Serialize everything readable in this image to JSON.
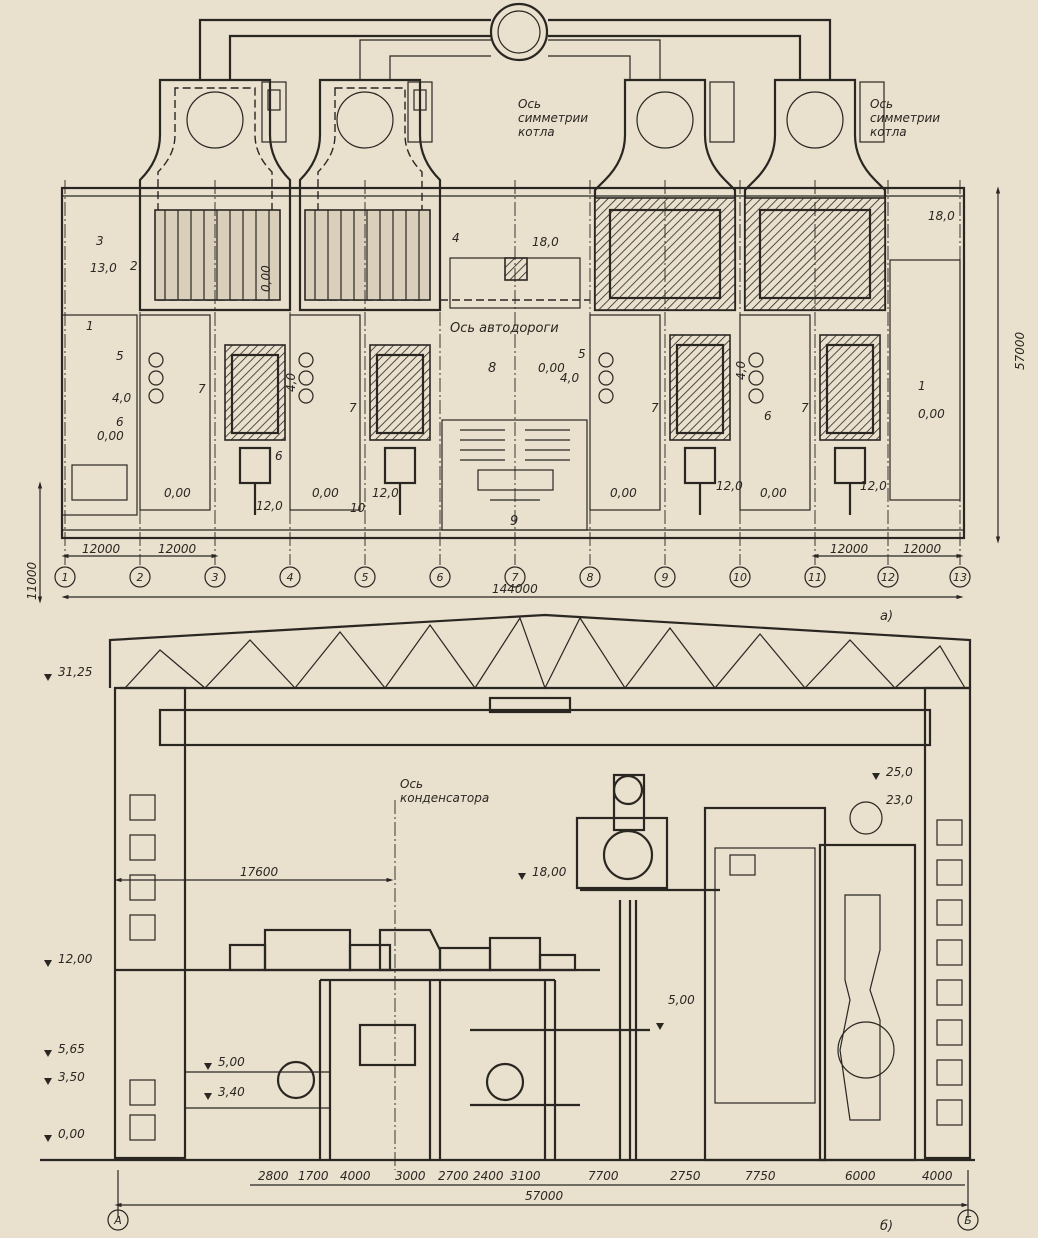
{
  "plan": {
    "labels": {
      "boiler_axis": "Ось симметрии котла",
      "road_axis": "Ось автодороги",
      "caption": "а)"
    },
    "levels": {
      "l00_a": "0,00",
      "l00_b": "0,00",
      "l00_c": "0,00",
      "l00_d": "0,00",
      "l00_e": "0,00",
      "l00_f": "0,00",
      "l00_g": "0,00",
      "l00_h": "0,00",
      "l13": "13,0",
      "l40_a": "4,0",
      "l40_b": "4,0",
      "l40_c": "4,0",
      "l40_d": "4,0",
      "l120_a": "12,0",
      "l120_b": "12,0",
      "l120_c": "12,0",
      "l120_d": "12,0",
      "l180_a": "18,0",
      "l180_b": "18,0"
    },
    "numbers": [
      "1",
      "2",
      "3",
      "4",
      "5",
      "6",
      "7",
      "8",
      "9",
      "10"
    ],
    "dimensions": {
      "d12000_a": "12000",
      "d12000_b": "12000",
      "d12000_c": "12000",
      "d12000_d": "12000",
      "d11000": "11000",
      "d57000": "57000",
      "d144000": "144000"
    },
    "axes": [
      "1",
      "2",
      "3",
      "4",
      "5",
      "6",
      "7",
      "8",
      "9",
      "10",
      "11",
      "12",
      "13"
    ]
  },
  "section": {
    "labels": {
      "condenser_axis": "Ось конденсатора",
      "caption": "б)"
    },
    "levels": {
      "l3125": "31,25",
      "l1200": "12,00",
      "l565": "5,65",
      "l350": "3,50",
      "l000": "0,00",
      "l500_a": "5,00",
      "l340": "3,40",
      "l1800": "18,00",
      "l500_b": "5,00",
      "l250": "25,0",
      "l230": "23,0"
    },
    "dim17600": "17600",
    "dims": [
      "2800",
      "1700",
      "4000",
      "3000",
      "2700",
      "2400",
      "3100",
      "7700",
      "2750",
      "7750",
      "6000",
      "4000"
    ],
    "total": "57000",
    "axis_a": "А",
    "axis_b": "Б"
  }
}
